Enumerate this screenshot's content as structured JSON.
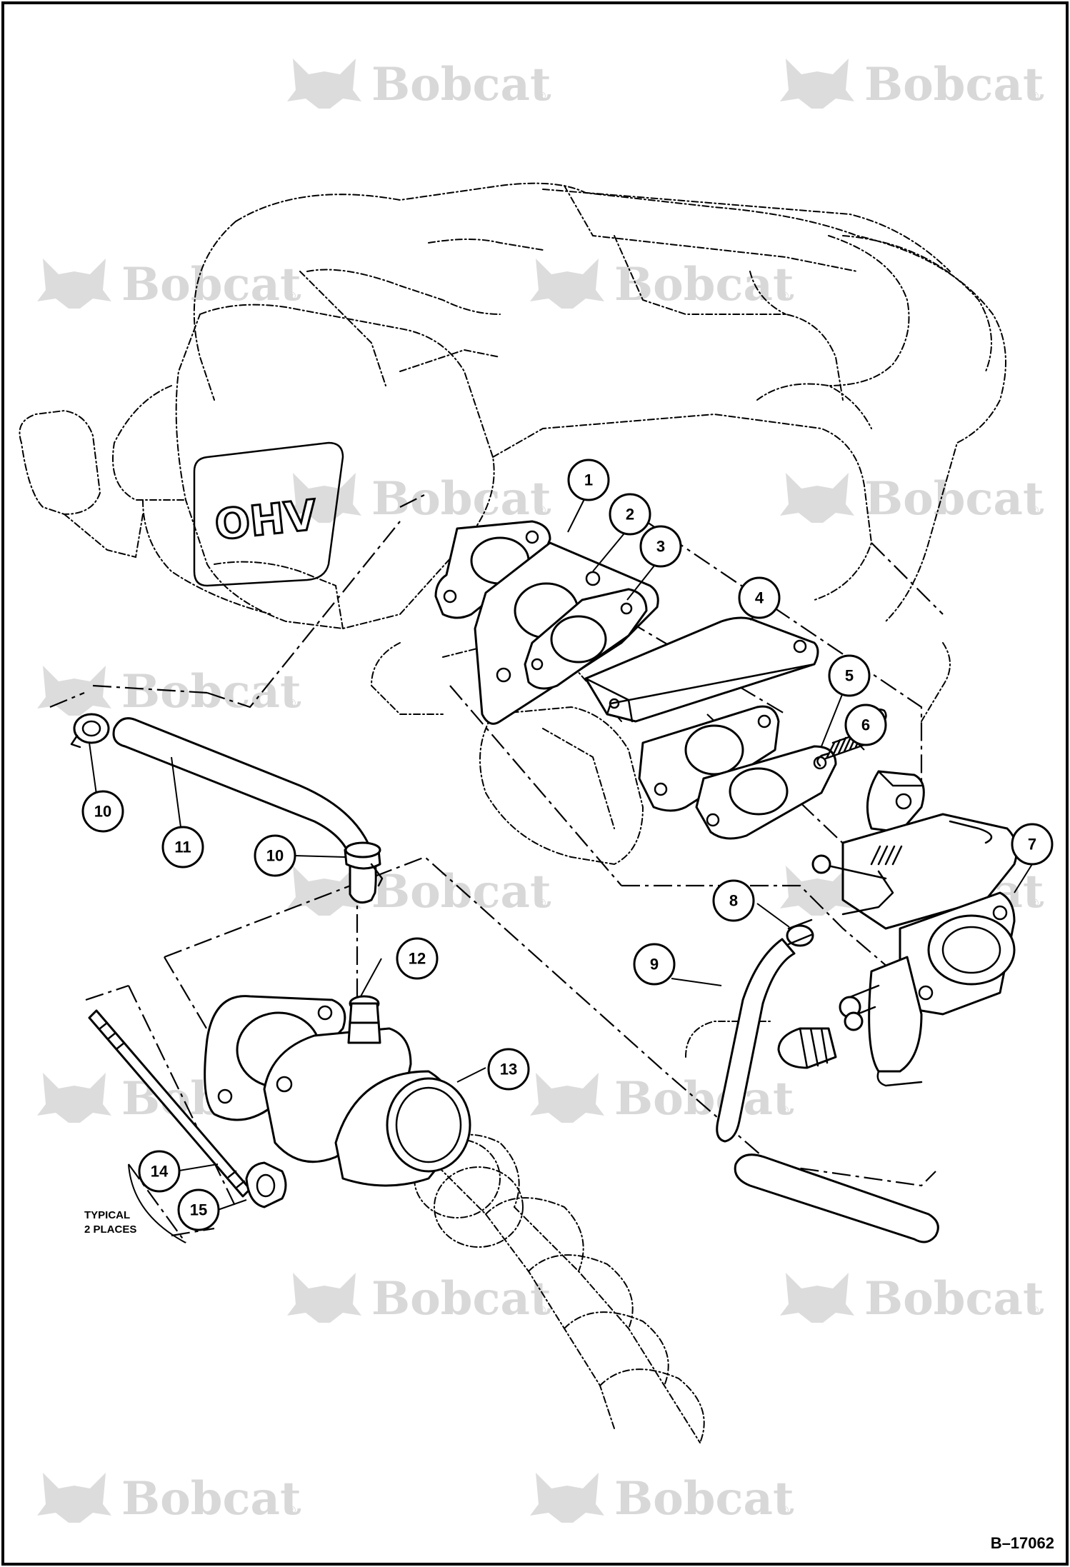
{
  "watermark": {
    "text": "Bobcat",
    "registered_mark": "®"
  },
  "engine_badge": "OHV",
  "callouts": [
    {
      "id": "c1",
      "label": "1"
    },
    {
      "id": "c2",
      "label": "2"
    },
    {
      "id": "c3",
      "label": "3"
    },
    {
      "id": "c4",
      "label": "4"
    },
    {
      "id": "c5",
      "label": "5"
    },
    {
      "id": "c6",
      "label": "6"
    },
    {
      "id": "c7",
      "label": "7"
    },
    {
      "id": "c8",
      "label": "8"
    },
    {
      "id": "c9",
      "label": "9"
    },
    {
      "id": "c10a",
      "label": "10"
    },
    {
      "id": "c11",
      "label": "11"
    },
    {
      "id": "c10b",
      "label": "10"
    },
    {
      "id": "c12",
      "label": "12"
    },
    {
      "id": "c13",
      "label": "13"
    },
    {
      "id": "c14",
      "label": "14"
    },
    {
      "id": "c15",
      "label": "15"
    }
  ],
  "note": {
    "line1": "TYPICAL",
    "line2": "2 PLACES"
  },
  "figure_number": "B–17062"
}
